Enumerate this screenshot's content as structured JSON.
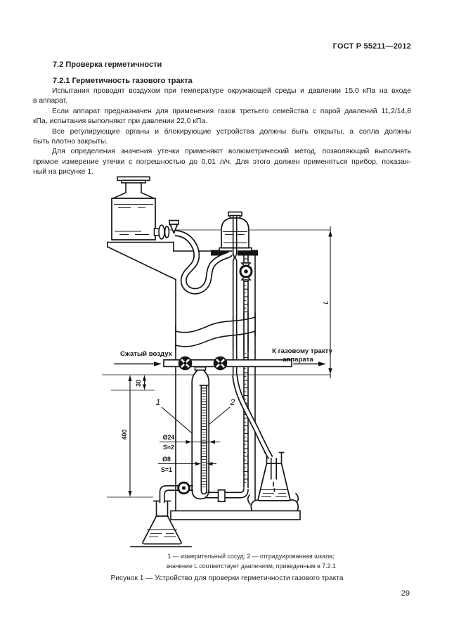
{
  "page": {
    "header": "ГОСТ Р 55211—2012",
    "number": "29"
  },
  "content": {
    "heading_72": "7.2 Проверка герметичности",
    "heading_721": "7.2.1 Герметичность газового тракта",
    "p1": [
      "Испытания проводят воздухом при температуре окружающей среды и давлении 15,0 кПа на входе",
      "в аппарат."
    ],
    "p2": [
      "Если аппарат предназначен для применения газов третьего семейства с парой давлений 11,2/14,8",
      "кПа, испытания выполняют при давлении 22,0 кПа."
    ],
    "p3": [
      "Все регулирующие органы и блокирующие устройства должны быть открыты, а сопла должны",
      "быть плотно закрыты."
    ],
    "p4": [
      "Для определения значения утечки применяют волюметрический метод, позволяющий выполнять",
      "прямое измерение утечки с погрешностью до 0,01 л/ч. Для этого должен применяться прибор, показан-",
      "ный на рисунке 1."
    ]
  },
  "figure": {
    "labels": {
      "compressed_air": "Сжатый воздух",
      "to_gas_tract_1": "К газовому тракту",
      "to_gas_tract_2": "аппарата",
      "dim_L": "L",
      "dim_30": "30",
      "dim_400": "400",
      "callout_1": "1",
      "callout_2": "2",
      "dia_24": "Ø24",
      "s_2": "S=2",
      "dia_8": "Ø8",
      "s_1": "S=1"
    },
    "caption_line1": "1 — измерительный сосуд; 2 — отградуированная шкала;",
    "caption_line2": "значение L соответствует давлениям, приведенным в 7.2.1",
    "title": "Рисунок 1 — Устройство для проверки герметичности газового тракта"
  }
}
